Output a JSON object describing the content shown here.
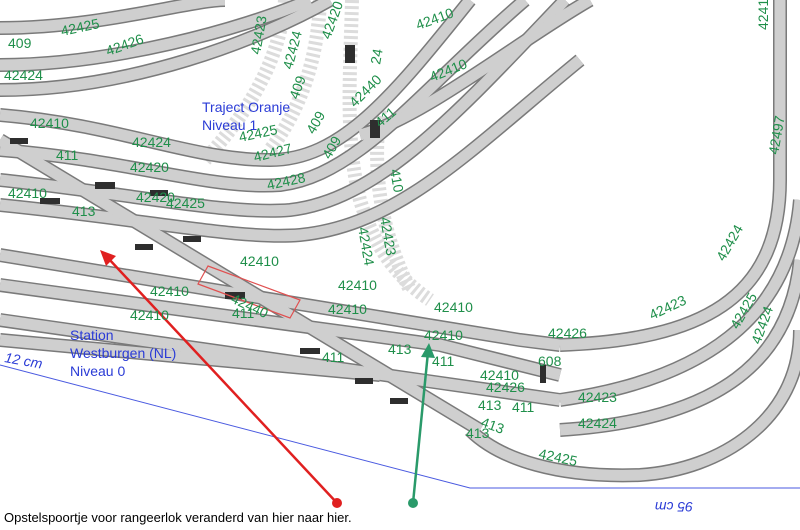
{
  "labels": {
    "traject_line1": "Traject Oranje",
    "traject_line2": "Niveau 1",
    "station_line1": "Station",
    "station_line2": "Westburgen (NL)",
    "station_line3": "Niveau 0",
    "measure_left": "12 cm",
    "measure_bottom": "95 cm",
    "caption": "Opstelspoortje voor rangeerlok veranderd van hier naar hier."
  },
  "track_codes": {
    "c409": "409",
    "c409b": "409",
    "c409c": "409",
    "c409d": "409",
    "c411": "411",
    "c411b": "411",
    "c411c": "411",
    "c411d": "411",
    "c411e": "411",
    "c413": "413",
    "c413b": "413",
    "c413c": "413",
    "c413d": "413",
    "c413e": "413",
    "c608": "608",
    "c410": "410",
    "c24": "24",
    "c42410": "42410",
    "c42410b": "42410",
    "c42410c": "42410",
    "c42410d": "42410",
    "c42410e": "42410",
    "c42410f": "42410",
    "c42410g": "42410",
    "c42410h": "42410",
    "c42410i": "42410",
    "c42410j": "42410",
    "c42410k": "42410",
    "c42420": "42420",
    "c42420b": "42420",
    "c42423": "42423",
    "c42423b": "42423",
    "c42423c": "42423",
    "c42423d": "42423",
    "c42424": "42424",
    "c42424b": "42424",
    "c42424c": "42424",
    "c42424d": "42424",
    "c42424e": "42424",
    "c42424f": "42424",
    "c42425": "42425",
    "c42425b": "42425",
    "c42425c": "42425",
    "c42425d": "42425",
    "c42426": "42426",
    "c42426b": "42426",
    "c42427": "42427",
    "c42428": "42428",
    "c42440": "42440",
    "c42440b": "42440",
    "c42497": "42497"
  },
  "colors": {
    "track_fill": "#c8c8c8",
    "track_edge": "#707070",
    "code_green": "#1f8f4a",
    "label_blue": "#2a3bd6",
    "arrow_red": "#e02020",
    "arrow_green": "#2a9a6a",
    "highlight_red": "#e05050"
  },
  "annotations": {
    "old_position": "red-arrow",
    "new_position": "green-arrow"
  }
}
